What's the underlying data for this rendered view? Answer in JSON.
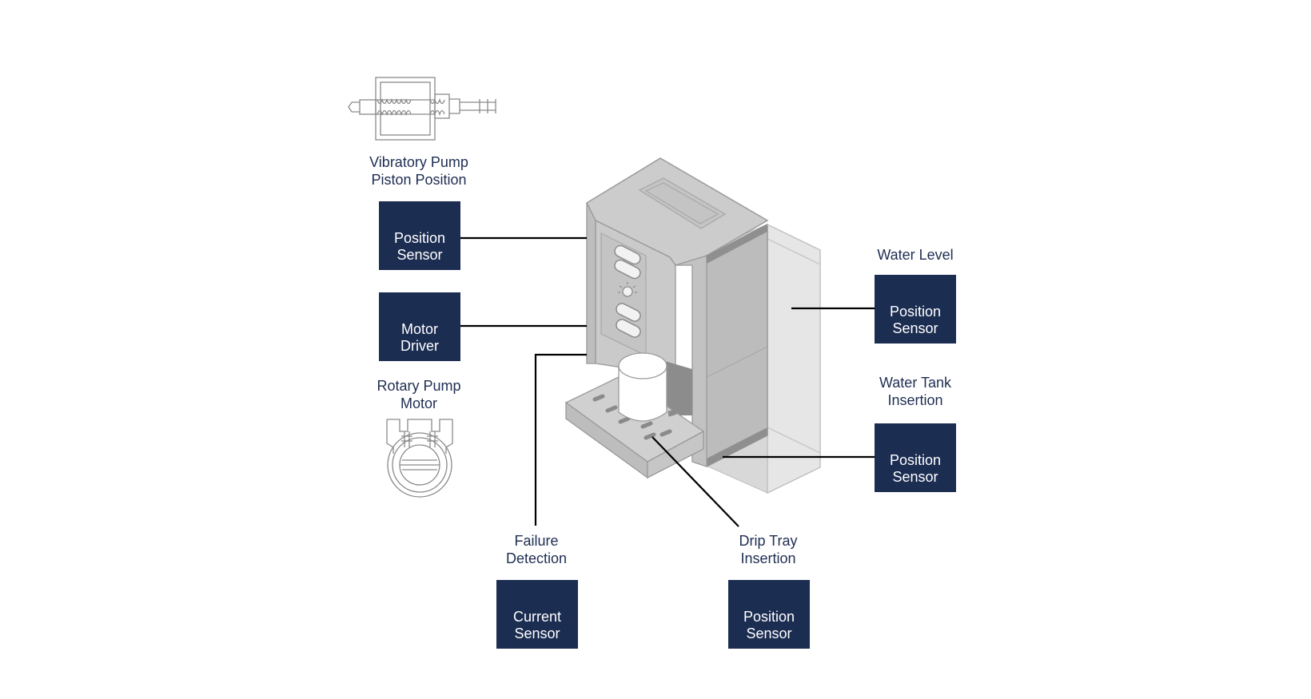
{
  "colors": {
    "box_fill": "#1c2d52",
    "box_text": "#ffffff",
    "caption_text": "#1e2d52",
    "machine_body": "#c8c8c8",
    "machine_edge": "#9a9a9a",
    "leader_line": "#000000"
  },
  "illustration": {
    "machine": "espresso-machine-illustration",
    "vibratory_pump": "vibratory-pump-drawing",
    "rotary_pump": "rotary-pump-drawing"
  },
  "labels": {
    "vibratory_pump": {
      "line1": "Vibratory Pump",
      "line2": "Piston Position"
    },
    "rotary_pump": {
      "line1": "Rotary Pump",
      "line2": "Motor"
    },
    "water_level": {
      "line1": "Water Level"
    },
    "water_tank": {
      "line1": "Water Tank",
      "line2": "Insertion"
    },
    "failure": {
      "line1": "Failure",
      "line2": "Detection"
    },
    "drip_tray": {
      "line1": "Drip Tray",
      "line2": "Insertion"
    }
  },
  "boxes": {
    "pump_position": {
      "line1": "Position",
      "line2": "Sensor"
    },
    "motor_driver": {
      "line1": "Motor",
      "line2": "Driver"
    },
    "water_level": {
      "line1": "Position",
      "line2": "Sensor"
    },
    "water_tank": {
      "line1": "Position",
      "line2": "Sensor"
    },
    "current": {
      "line1": "Current",
      "line2": "Sensor"
    },
    "drip_tray": {
      "line1": "Position",
      "line2": "Sensor"
    }
  }
}
